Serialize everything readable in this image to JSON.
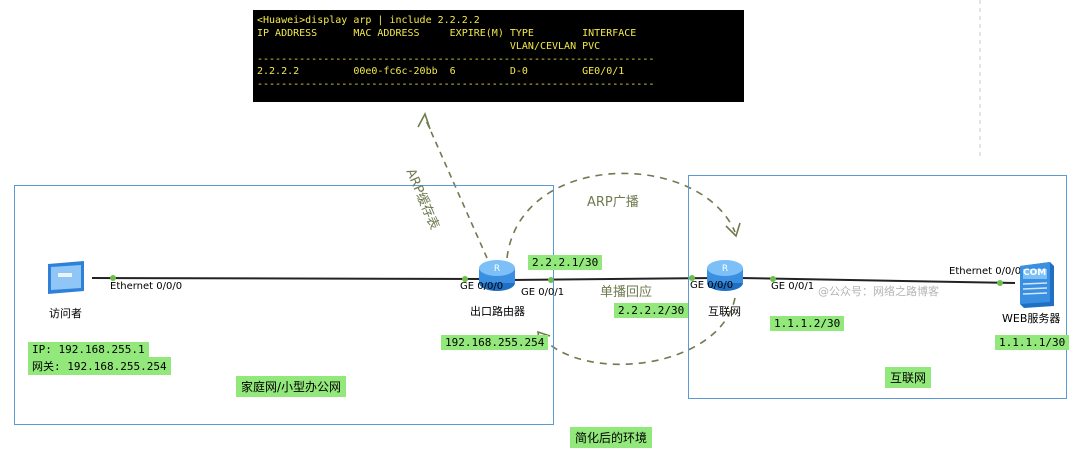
{
  "terminal": {
    "lines": [
      "<Huawei>display arp | include 2.2.2.2",
      "IP ADDRESS      MAC ADDRESS     EXPIRE(M) TYPE        INTERFACE",
      "                                          VLAN/CEVLAN PVC",
      "------------------------------------------------------------------",
      "2.2.2.2         00e0-fc6c-20bb  6         D-0         GE0/0/1",
      "------------------------------------------------------------------"
    ]
  },
  "annotations": {
    "arp_cache": "ARP缓存表",
    "arp_broadcast": "ARP广播",
    "unicast_reply": "单播回应"
  },
  "home": {
    "zone_label": "家庭网/小型办公网",
    "visitor": {
      "name": "访问者",
      "port": "Ethernet 0/0/0",
      "ip": "IP: 192.168.255.1",
      "gateway": "网关: 192.168.255.254"
    }
  },
  "router": {
    "name": "出口路由器",
    "port_left": "GE 0/0/0",
    "port_right": "GE 0/0/1",
    "ip_wan": "2.2.2.1/30",
    "ip_lan": "192.168.255.254"
  },
  "internet": {
    "zone_label": "互联网",
    "router": {
      "name": "互联网",
      "port_left": "GE 0/0/0",
      "port_right": "GE 0/0/1",
      "ip_left": "2.2.2.2/30",
      "ip_right": "1.1.1.2/30"
    },
    "server": {
      "name": "WEB服务器",
      "port": "Ethernet 0/0/0",
      "ip": "1.1.1.1/30",
      "badge": "COM"
    }
  },
  "footer": {
    "caption": "简化后的环境"
  },
  "watermark": "@公众号：网络之路博客",
  "colors": {
    "zone_border": "#5b9bd5",
    "label_bg": "#92e87a",
    "terminal_text": "#f3e94a",
    "annotation": "#6e7b4f",
    "link_dot": "#6cc04a"
  }
}
